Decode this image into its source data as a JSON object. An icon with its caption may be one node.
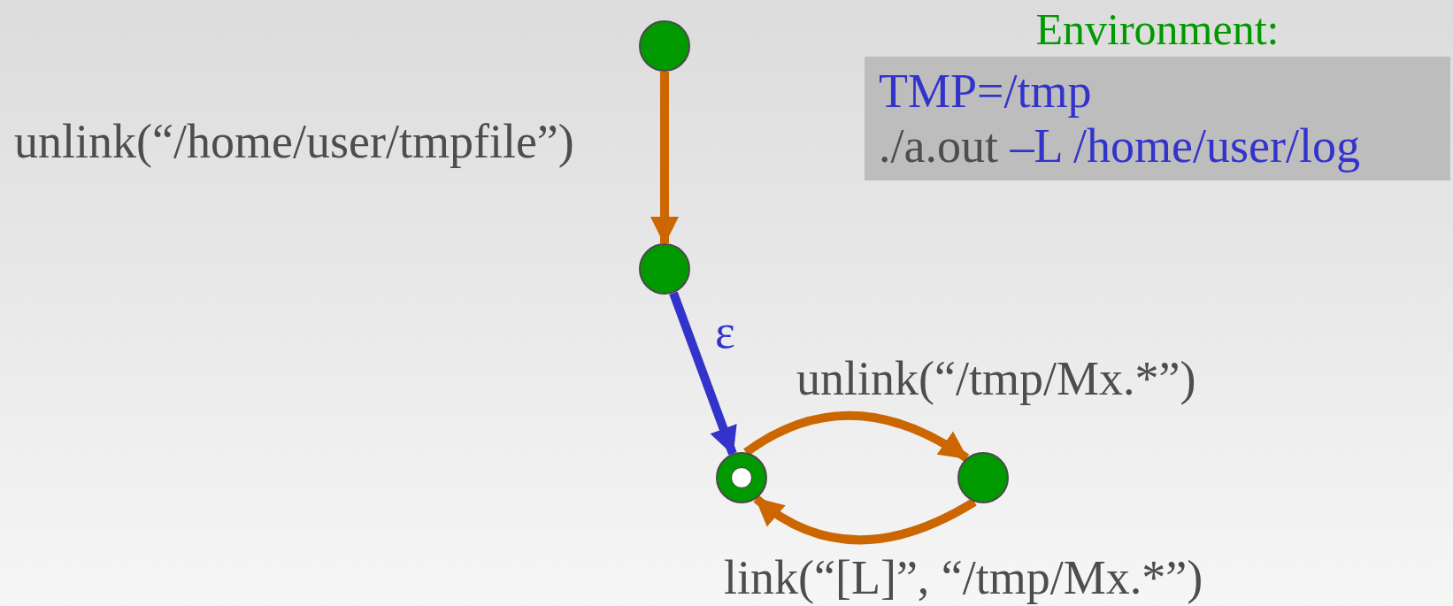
{
  "diagram": {
    "nodes": [
      {
        "text": [],
        "shape": "circle"
      },
      {
        "text": [
          "Environment:",
          "TMP=/tmp",
          "./a.out",
          "–L /home/user/log"
        ]
      },
      {
        "text": [],
        "shape": "circle"
      },
      {
        "text": [],
        "shape": "circle"
      },
      {
        "text": [],
        "shape": "circle"
      }
    ],
    "edges": [
      {
        "from": 0,
        "to": 2,
        "arrow": "to",
        "label": "unlink(“/home/user/tmpfile”)"
      },
      {
        "from": 2,
        "to": 3,
        "arrow": "to",
        "label": "ε",
        "color": "#3333cc"
      },
      {
        "from": 3,
        "to": 4,
        "arrow": "to",
        "label": "unlink(“/tmp/Mx.*”)"
      },
      {
        "from": 4,
        "to": 3,
        "arrow": "to",
        "label": "link(“[L]”, “/tmp/Mx.*”)"
      }
    ]
  }
}
